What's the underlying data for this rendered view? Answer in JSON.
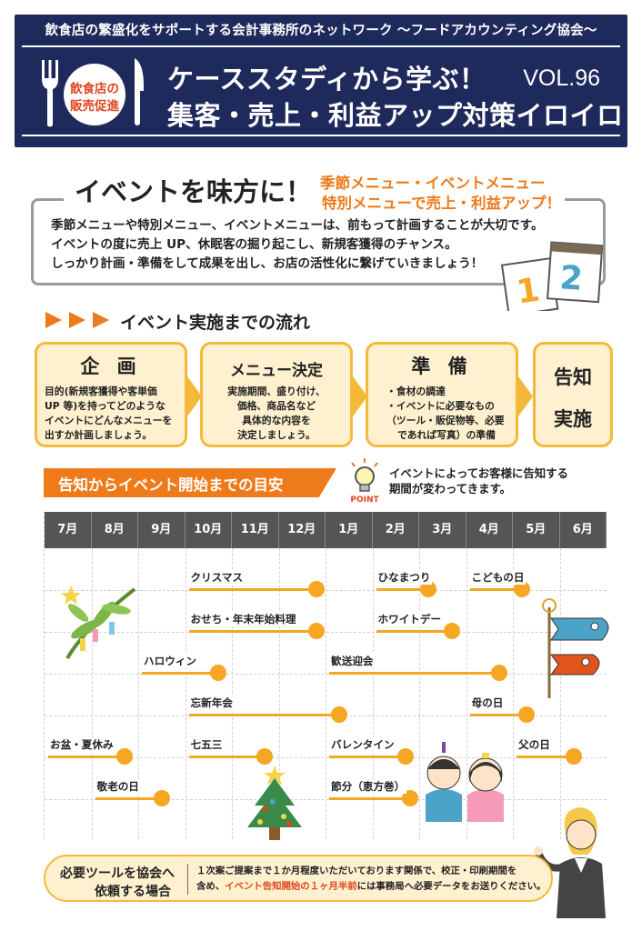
{
  "header": {
    "tagline": "飲食店の繁盛化をサポートする会計事務所のネットワーク ～フードアカウンティング協会～",
    "badge_line1": "飲食店の",
    "badge_line2": "販売促進",
    "title_line1": "ケーススタディから学ぶ！",
    "title_line2": "集客・売上・利益アップ対策イロイロ",
    "vol": "VOL.96"
  },
  "intro": {
    "heading": "イベントを味方に！",
    "sub1": "季節メニュー・イベントメニュー",
    "sub2": "特別メニューで売上・利益アップ！",
    "lines": [
      "季節メニューや特別メニュー、イベントメニューは、前もって計画することが大切です。",
      "イベントの度に売上 UP、休眠客の掘り起こし、新規客獲得のチャンス。",
      "しっかり計画・準備をして成果を出し、お店の活性化に繋げていきましょう！"
    ]
  },
  "flow": {
    "title": "イベント実施までの流れ",
    "steps": [
      {
        "title": "企 画",
        "body": [
          "目的(新規客獲得や客単価",
          "UP 等)を持ってどのような",
          "イベントにどんなメニューを",
          "出すか計画しましょう。"
        ]
      },
      {
        "title": "メニュー決定",
        "body": [
          "実施期間、盛り付け、",
          "価格、商品名など",
          "具体的な内容を",
          "決定しましょう。"
        ]
      },
      {
        "title": "準 備",
        "body": [
          "・食材の調達",
          "・イベントに必要なもの",
          "（ツール・販促物等、必要",
          "であれば写真）の準備"
        ]
      }
    ],
    "final_line1": "告知",
    "final_line2": "実施"
  },
  "timeline": {
    "banner": "告知からイベント開始までの目安",
    "point_label": "POINT",
    "note_line1": "イベントによってお客様に告知する",
    "note_line2": "期間が変わってきます。",
    "months": [
      "7月",
      "8月",
      "9月",
      "10月",
      "11月",
      "12月",
      "1月",
      "2月",
      "3月",
      "4月",
      "5月",
      "6月"
    ],
    "events": [
      {
        "label": "クリスマス",
        "start": 3,
        "end": 5.8,
        "row": 0
      },
      {
        "label": "ひなまつり",
        "start": 7,
        "end": 8.2,
        "row": 0
      },
      {
        "label": "こどもの日",
        "start": 9,
        "end": 10.2,
        "row": 0
      },
      {
        "label": "おせち・年末年始料理",
        "start": 3,
        "end": 5.8,
        "row": 1
      },
      {
        "label": "ホワイトデー",
        "start": 7,
        "end": 8.7,
        "row": 1
      },
      {
        "label": "ハロウィン",
        "start": 2,
        "end": 3.7,
        "row": 2
      },
      {
        "label": "歓送迎会",
        "start": 6,
        "end": 9.7,
        "row": 2
      },
      {
        "label": "忘新年会",
        "start": 3,
        "end": 6.3,
        "row": 3
      },
      {
        "label": "母の日",
        "start": 9,
        "end": 10.3,
        "row": 3
      },
      {
        "label": "お盆・夏休み",
        "start": 0,
        "end": 1.7,
        "row": 4
      },
      {
        "label": "七五三",
        "start": 3,
        "end": 4.7,
        "row": 4
      },
      {
        "label": "バレンタイン",
        "start": 6,
        "end": 7.7,
        "row": 4
      },
      {
        "label": "父の日",
        "start": 10,
        "end": 11.3,
        "row": 4
      },
      {
        "label": "敬老の日",
        "start": 1,
        "end": 2.5,
        "row": 5
      },
      {
        "label": "節分（恵方巻）",
        "start": 6,
        "end": 7.8,
        "row": 5
      }
    ]
  },
  "footer": {
    "left_line1": "必要ツールを協会へ",
    "left_line2": "依頼する場合",
    "text_line1": "１次案ご提案まで１か月程度いただいております関係で、校正・印刷期間を",
    "text_pre": "含め、",
    "text_highlight": "イベント告知開始の１ヶ月半前",
    "text_post": "には事務局へ必要データをお送りください。"
  }
}
